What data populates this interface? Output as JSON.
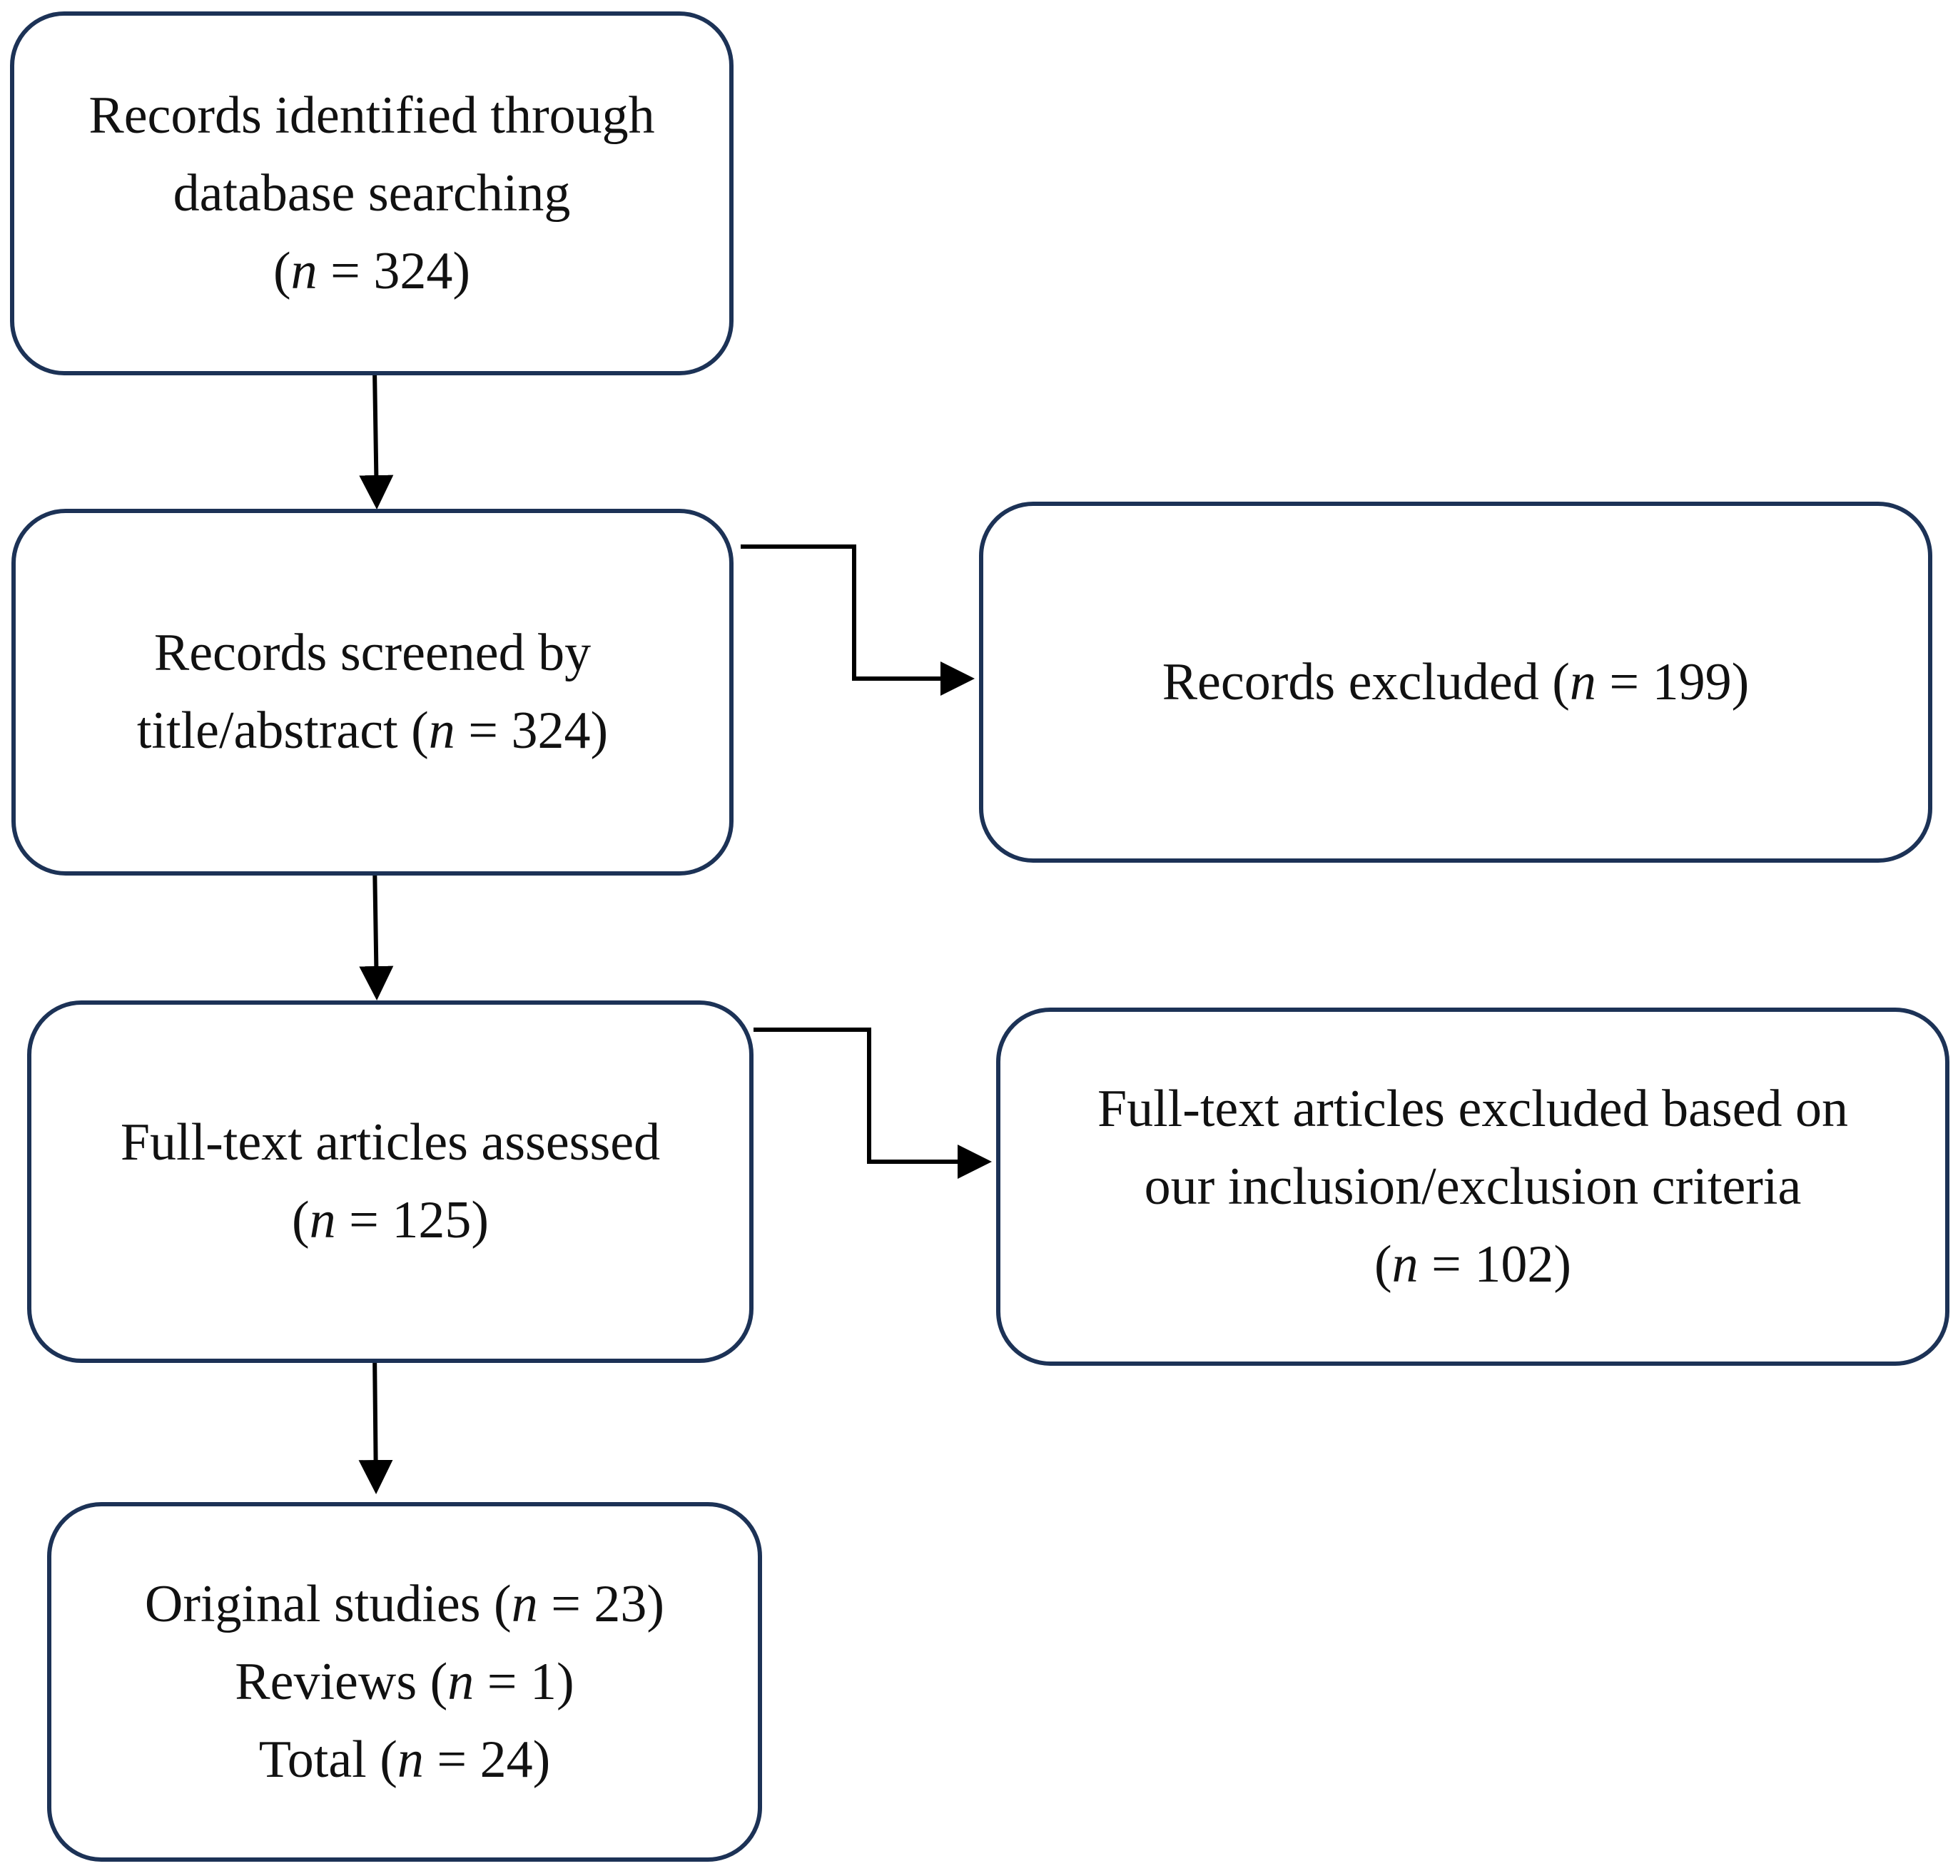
{
  "nodes": {
    "identified": {
      "line1": "Records identified through",
      "line2": "database searching",
      "n_prefix": "(",
      "n_var": "n",
      "n_value": " = 324)"
    },
    "screened": {
      "line1": "Records screened by",
      "line2_text": "title/abstract (",
      "n_var": "n",
      "n_value": " = 324)"
    },
    "excluded": {
      "text": "Records excluded (",
      "n_var": "n",
      "n_value": " = 199)"
    },
    "assessed": {
      "line1": "Full-text articles assessed",
      "n_prefix": "(",
      "n_var": "n",
      "n_value": " = 125)"
    },
    "fulltext_excluded": {
      "line1": "Full-text articles excluded based on",
      "line2": "our inclusion/exclusion criteria",
      "n_prefix": "(",
      "n_var": "n",
      "n_value": " = 102)"
    },
    "included": {
      "original_text": "Original studies (",
      "original_var": "n",
      "original_value": " = 23)",
      "reviews_text": "Reviews (",
      "reviews_var": "n",
      "reviews_value": " = 1)",
      "total_text": "Total (",
      "total_var": "n",
      "total_value": " = 24)"
    }
  },
  "colors": {
    "box_border": "#1c3256",
    "arrow": "#000000"
  }
}
